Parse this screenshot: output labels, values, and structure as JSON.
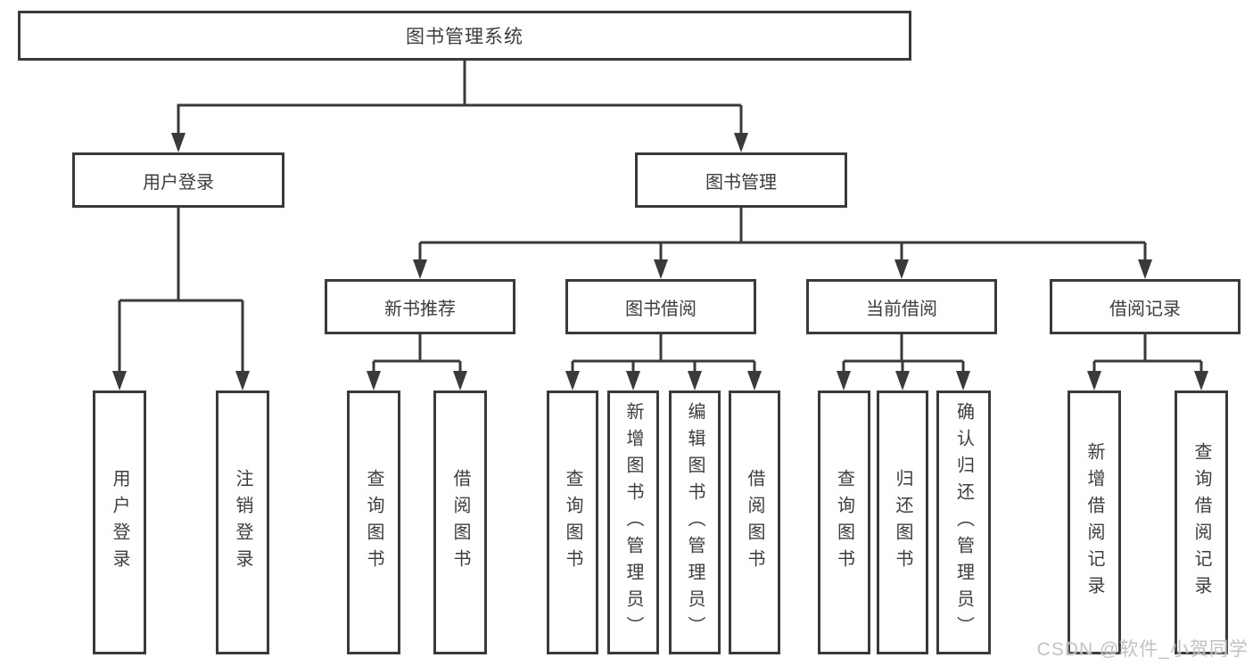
{
  "title": "图书管理系统",
  "watermark": "CSDN @软件_小贺同学",
  "colors": {
    "line": "#3a3a3a",
    "box_border": "#3a3a3a",
    "text": "#3d3d3d",
    "background": "#ffffff",
    "watermark": "#bebebe"
  },
  "branches": [
    {
      "label": "用户登录",
      "leaves": [
        {
          "label": "用户登录"
        },
        {
          "label": "注销登录"
        }
      ]
    },
    {
      "label": "图书管理",
      "groups": [
        {
          "label": "新书推荐",
          "leaves": [
            {
              "label": "查询图书"
            },
            {
              "label": "借阅图书"
            }
          ]
        },
        {
          "label": "图书借阅",
          "leaves": [
            {
              "label": "查询图书"
            },
            {
              "label": "新增图书（管理员）"
            },
            {
              "label": "编辑图书（管理员）"
            },
            {
              "label": "借阅图书"
            }
          ]
        },
        {
          "label": "当前借阅",
          "leaves": [
            {
              "label": "查询图书"
            },
            {
              "label": "归还图书"
            },
            {
              "label": "确认归还（管理员）"
            }
          ]
        },
        {
          "label": "借阅记录",
          "leaves": [
            {
              "label": "新增借阅记录"
            },
            {
              "label": "查询借阅记录"
            }
          ]
        }
      ]
    }
  ]
}
